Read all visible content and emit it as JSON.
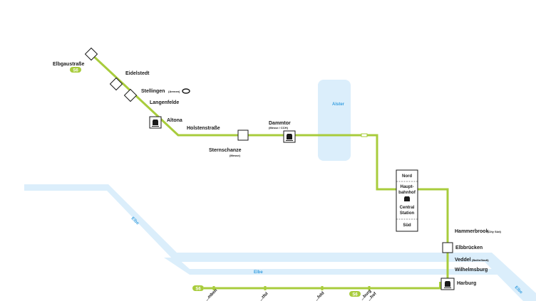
{
  "colors": {
    "line": "#a8cc3c",
    "water": "#dbeefb",
    "water_label": "#3aa0e0",
    "badge": "#a8cc3c",
    "ink": "#1a1a1a"
  },
  "water": {
    "alster": "Alster",
    "elbe_left": "Elbe",
    "elbe_main": "Elbe",
    "elbe_right": "Elbe"
  },
  "badges": {
    "top": "S6",
    "bottom_left": "S6",
    "bottom_mid": "S6"
  },
  "stations": {
    "elbgaustrasse": "Elbgaustraße",
    "eidelstedt": "Eidelstedt",
    "stellingen": "Stellingen",
    "stellingen_note": "(Arenen)",
    "langenfelde": "Langenfelde",
    "altona": "Altona",
    "holstenstrasse": "Holstenstraße",
    "sternschanze": "Sternschanze",
    "sternschanze_note": "(Messe)",
    "dammtor": "Dammtor",
    "dammtor_note": "(Messe / CCH)",
    "hbf_nord": "Nord",
    "hbf_name_1": "Haupt-",
    "hbf_name_2": "bahnhof",
    "hbf_central_1": "Central",
    "hbf_central_2": "Station",
    "hbf_sued": "Süd",
    "hammerbrook": "Hammerbrook",
    "hammerbrook_note": "(City Süd)",
    "elbbruecken": "Elbbrücken",
    "veddel": "Veddel",
    "veddel_note": "(BallinStadt)",
    "wilhelmsburg": "Wilhelmsburg",
    "harburg": "Harburg"
  },
  "lower_stops": {
    "s1": "...mben",
    "s2": "...tfol",
    "s3": "...feld",
    "s4": "...burg",
    "s4b": "...hof"
  }
}
